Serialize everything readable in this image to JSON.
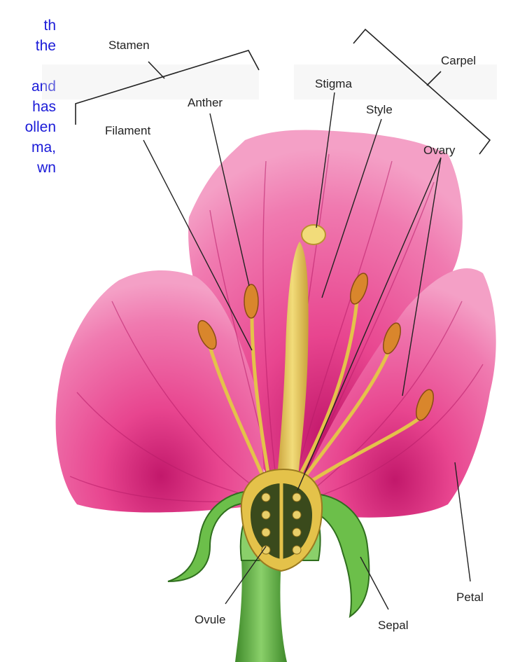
{
  "caption_fragments": [
    "th",
    "the",
    "",
    "and",
    "has",
    "ollen",
    "ma,",
    "wn"
  ],
  "labels": {
    "stamen": "Stamen",
    "carpel": "Carpel",
    "anther": "Anther",
    "filament": "Filament",
    "stigma": "Stigma",
    "style": "Style",
    "ovary": "Ovary",
    "petal": "Petal",
    "ovule": "Ovule",
    "sepal": "Sepal"
  },
  "colors": {
    "caption_text": "#1a1ad8",
    "petal": "#e8458f",
    "petal_light": "#f7a6cc",
    "petal_dark": "#b71c68",
    "stem": "#5daa3a",
    "sepal": "#6cbf4a",
    "pistil": "#e4c24a",
    "anther": "#d9862c",
    "ovary_inner": "#3a4a1c"
  }
}
